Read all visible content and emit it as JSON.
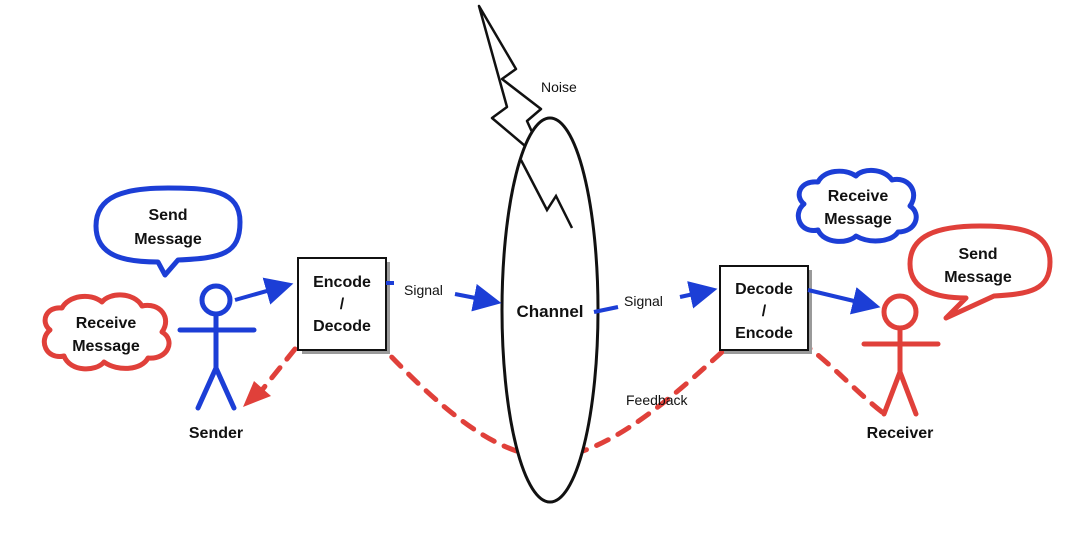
{
  "colors": {
    "sender": "#1c3ed6",
    "receiver": "#e0403a",
    "ink": "#111111",
    "box_fill": "#ffffff",
    "box_shadow": "#9a9a9a"
  },
  "labels": {
    "noise": "Noise",
    "channel": "Channel",
    "signal_left": "Signal",
    "signal_right": "Signal",
    "feedback": "Feedback",
    "sender": "Sender",
    "receiver": "Receiver"
  },
  "boxes": {
    "encoder": {
      "line1": "Encode",
      "line2": "/",
      "line3": "Decode"
    },
    "decoder": {
      "line1": "Decode",
      "line2": "/",
      "line3": "Encode"
    }
  },
  "bubbles": {
    "sender_send": {
      "line1": "Send",
      "line2": "Message"
    },
    "sender_receive": {
      "line1": "Receive",
      "line2": "Message"
    },
    "receiver_receive": {
      "line1": "Receive",
      "line2": "Message"
    },
    "receiver_send": {
      "line1": "Send",
      "line2": "Message"
    }
  }
}
